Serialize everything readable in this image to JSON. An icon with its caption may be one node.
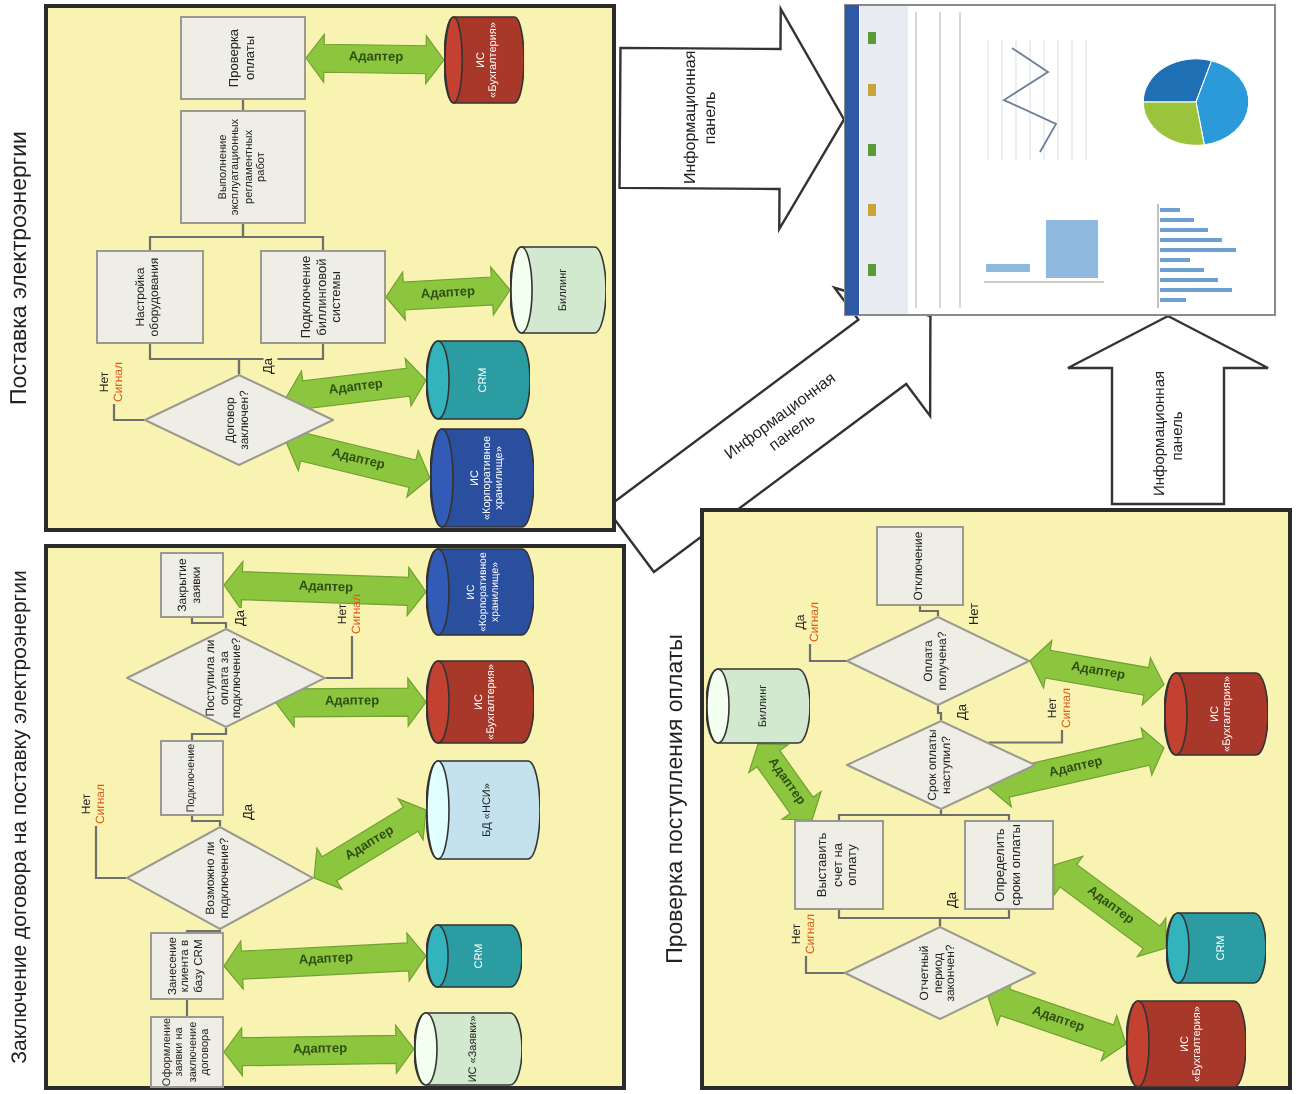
{
  "diagram": {
    "nodes": [
      {
        "text": [
          "Поставка электроэнергии"
        ]
      },
      {
        "text": [
          "Договор заключен?"
        ],
        "in": 0
      },
      {
        "text": [
          "Нет",
          "Сигнал"
        ],
        "in": 0
      },
      {
        "text": [
          "Настройка оборудования"
        ],
        "in": 0
      },
      {
        "text": [
          "Подключение биллинговой системы"
        ],
        "in": 0
      },
      {
        "text": [
          "Выполнение эксплуатационных регламентных работ"
        ],
        "in": 0
      },
      {
        "text": [
          "Проверка оплаты"
        ],
        "in": 0
      },
      {
        "text": [
          "ИС «Бухгалтерия»"
        ],
        "in": 0
      },
      {
        "text": [
          "Биллинг"
        ],
        "in": 0
      },
      {
        "text": [
          "CRM"
        ],
        "in": 0
      },
      {
        "text": [
          "ИС «Корпоративное хранилище»"
        ],
        "in": 0
      },
      {
        "text": [],
        "shape": "picture"
      },
      {
        "text": [
          "Заключение договора на поставку электроэнергии"
        ]
      },
      {
        "text": [
          "Оформление заявки на заключение договора"
        ],
        "in": 12
      },
      {
        "text": [
          "Занесение клиента в базу CRM"
        ],
        "in": 12
      },
      {
        "text": [
          "Возможно ли подключение?"
        ],
        "in": 12
      },
      {
        "text": [
          "Нет",
          "Сигнал"
        ],
        "in": 12
      },
      {
        "text": [
          "Подключение"
        ],
        "in": 12
      },
      {
        "text": [
          "Поступила ли оплата за подключение?"
        ],
        "in": 12
      },
      {
        "text": [
          "Нет",
          "Сигнал"
        ],
        "in": 12
      },
      {
        "text": [
          "Закрытие заявки"
        ],
        "in": 12
      },
      {
        "text": [
          "ИС «Корпоративное хранилище»"
        ],
        "in": 12
      },
      {
        "text": [
          "ИС «Бухгалтерия»"
        ],
        "in": 12
      },
      {
        "text": [
          "БД «НСИ»"
        ],
        "in": 12
      },
      {
        "text": [
          "CRM"
        ],
        "in": 12
      },
      {
        "text": [
          "ИС «Заявки»"
        ],
        "in": 12
      },
      {
        "text": [
          "Проверка поступления оплаты"
        ]
      },
      {
        "text": [
          "Отчетный период закончен?"
        ],
        "in": 26
      },
      {
        "text": [
          "Нет",
          "Сигнал"
        ],
        "in": 26
      },
      {
        "text": [
          "Выставить счет на оплату"
        ],
        "in": 26
      },
      {
        "text": [
          "Определить сроки оплаты"
        ],
        "in": 26
      },
      {
        "text": [
          "Срок оплаты наступил?"
        ],
        "in": 26
      },
      {
        "text": [
          "Нет",
          "Сигнал"
        ],
        "in": 26
      },
      {
        "text": [
          "Оплата получена?"
        ],
        "in": 26
      },
      {
        "text": [
          "Да",
          "Сигнал"
        ],
        "in": 26
      },
      {
        "text": [
          "Отключение"
        ],
        "in": 26
      },
      {
        "text": [
          "Биллинг"
        ],
        "in": 26
      },
      {
        "text": [
          "ИС «Бухгалтерия»"
        ],
        "in": 26
      },
      {
        "text": [
          "CRM"
        ],
        "in": 26
      },
      {
        "text": [
          "ИС «Бухгалтерия»"
        ],
        "in": 26
      }
    ],
    "edges": [
      {
        "from": 1,
        "to": 2,
        "arrow": "none"
      },
      {
        "from": 1,
        "to": 3,
        "arrow": "none"
      },
      {
        "from": 1,
        "to": 4,
        "arrow": "none",
        "label": "Да"
      },
      {
        "from": 3,
        "to": 5,
        "arrow": "none"
      },
      {
        "from": 4,
        "to": 5,
        "arrow": "none"
      },
      {
        "from": 5,
        "to": 6,
        "arrow": "none"
      },
      {
        "from": 6,
        "to": 7,
        "arrow": "both",
        "label": "Адаптер",
        "style": "thick",
        "color": "#8cc63f"
      },
      {
        "from": 4,
        "to": 8,
        "arrow": "both",
        "label": "Адаптер",
        "style": "thick",
        "color": "#8cc63f"
      },
      {
        "from": 1,
        "to": 9,
        "arrow": "both",
        "label": "Адаптер",
        "style": "thick",
        "color": "#8cc63f"
      },
      {
        "from": 1,
        "to": 10,
        "arrow": "both",
        "label": "Адаптер",
        "style": "thick",
        "color": "#8cc63f"
      },
      {
        "from": 0,
        "to": 11,
        "arrow": "to",
        "label": "Информационная панель",
        "style": "thick"
      },
      {
        "from": 12,
        "to": 11,
        "arrow": "to",
        "label": "Информационная панель",
        "style": "thick"
      },
      {
        "from": 26,
        "to": 11,
        "arrow": "to",
        "label": "Информационная панель",
        "style": "thick"
      },
      {
        "from": 13,
        "to": 14,
        "arrow": "none"
      },
      {
        "from": 14,
        "to": 15,
        "arrow": "none"
      },
      {
        "from": 15,
        "to": 16,
        "arrow": "none"
      },
      {
        "from": 15,
        "to": 17,
        "arrow": "none",
        "label": "Да"
      },
      {
        "from": 17,
        "to": 18,
        "arrow": "none"
      },
      {
        "from": 18,
        "to": 19,
        "arrow": "none"
      },
      {
        "from": 18,
        "to": 20,
        "arrow": "none",
        "label": "Да"
      },
      {
        "from": 13,
        "to": 25,
        "arrow": "both",
        "label": "Адаптер",
        "style": "thick",
        "color": "#8cc63f"
      },
      {
        "from": 14,
        "to": 24,
        "arrow": "both",
        "label": "Адаптер",
        "style": "thick",
        "color": "#8cc63f"
      },
      {
        "from": 15,
        "to": 23,
        "arrow": "both",
        "label": "Адаптер",
        "style": "thick",
        "color": "#8cc63f"
      },
      {
        "from": 18,
        "to": 22,
        "arrow": "both",
        "label": "Адаптер",
        "style": "thick",
        "color": "#8cc63f"
      },
      {
        "from": 20,
        "to": 21,
        "arrow": "both",
        "label": "Адаптер",
        "style": "thick",
        "color": "#8cc63f"
      },
      {
        "from": 27,
        "to": 28,
        "arrow": "none"
      },
      {
        "from": 27,
        "to": 29,
        "arrow": "none"
      },
      {
        "from": 27,
        "to": 30,
        "arrow": "none",
        "label": "Да"
      },
      {
        "from": 29,
        "to": 31,
        "arrow": "none"
      },
      {
        "from": 30,
        "to": 31,
        "arrow": "none"
      },
      {
        "from": 31,
        "to": 32,
        "arrow": "none"
      },
      {
        "from": 31,
        "to": 33,
        "arrow": "none",
        "label": "Да"
      },
      {
        "from": 33,
        "to": 34,
        "arrow": "none"
      },
      {
        "from": 33,
        "to": 35,
        "arrow": "none",
        "label": "Нет"
      },
      {
        "from": 27,
        "to": 39,
        "arrow": "both",
        "label": "Адаптер",
        "style": "thick",
        "color": "#8cc63f"
      },
      {
        "from": 30,
        "to": 38,
        "arrow": "both",
        "label": "Адаптер",
        "style": "thick",
        "color": "#8cc63f"
      },
      {
        "from": 29,
        "to": 36,
        "arrow": "both",
        "label": "Адаптер",
        "style": "thick",
        "color": "#8cc63f"
      },
      {
        "from": 31,
        "to": 37,
        "arrow": "both",
        "label": "Адаптер",
        "style": "thick",
        "color": "#8cc63f"
      },
      {
        "from": 33,
        "to": 37,
        "arrow": "both",
        "label": "Адаптер",
        "style": "thick",
        "color": "#8cc63f"
      }
    ]
  }
}
